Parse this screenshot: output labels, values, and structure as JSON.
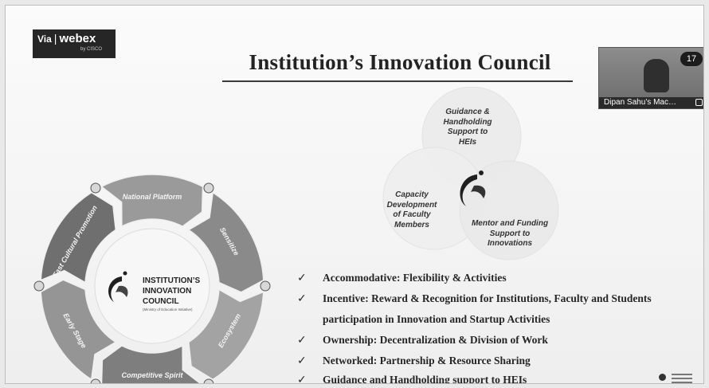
{
  "webex": {
    "via": "Via",
    "brand": "webex",
    "sub": "by CISCO"
  },
  "title": "Institution’s Innovation Council",
  "video": {
    "participant_count": "17",
    "participant_name": "Dipan Sahu’s Mac…"
  },
  "venn": {
    "top": [
      "Guidance &",
      "Handholding",
      "Support to",
      "HEIs"
    ],
    "left": [
      "Capacity",
      "Development",
      "of Faculty",
      "Members"
    ],
    "right": [
      "Mentor and Funding",
      "Support to",
      "Innovations"
    ]
  },
  "cycle": {
    "segments": [
      "National Platform",
      "Sensitize",
      "Ecosystem",
      "Competitive Spirit",
      "Early Stage",
      "Fast Cultural Promotion"
    ],
    "center": {
      "line1": "INSTITUTION’S",
      "line2": "INNOVATION",
      "line3": "COUNCIL",
      "sub": "(Ministry of Education Initiative)"
    }
  },
  "checks": [
    "Accommodative: Flexibility & Activities",
    "Incentive: Reward & Recognition for Institutions, Faculty and Students",
    "participation in Innovation and Startup Activities",
    "Ownership: Decentralization & Division of Work",
    "Networked: Partnership & Resource Sharing",
    "Guidance and Handholding support to HEIs"
  ]
}
